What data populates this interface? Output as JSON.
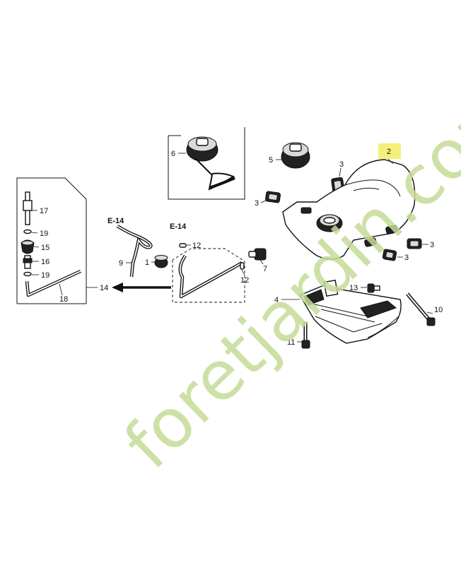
{
  "callouts": {
    "c1": "1",
    "c2": "2",
    "c3a": "3",
    "c3b": "3",
    "c3c": "3",
    "c3d": "3",
    "c4": "4",
    "c5": "5",
    "c6": "6",
    "c7": "7",
    "c9": "9",
    "c10": "10",
    "c11": "11",
    "c12a": "12",
    "c12b": "12",
    "c13": "13",
    "c14": "14",
    "c15": "15",
    "c16": "16",
    "c17": "17",
    "c18": "18",
    "c19a": "19",
    "c19b": "19"
  },
  "refs": {
    "e14a": "E-14",
    "e14b": "E-14"
  },
  "watermark": {
    "text": "foretjardin.com",
    "colors": {
      "green": "#c5dc98",
      "orange": "#f1c99a",
      "tan": "#d7cfa9"
    }
  },
  "highlight_color": "#f4f07a"
}
